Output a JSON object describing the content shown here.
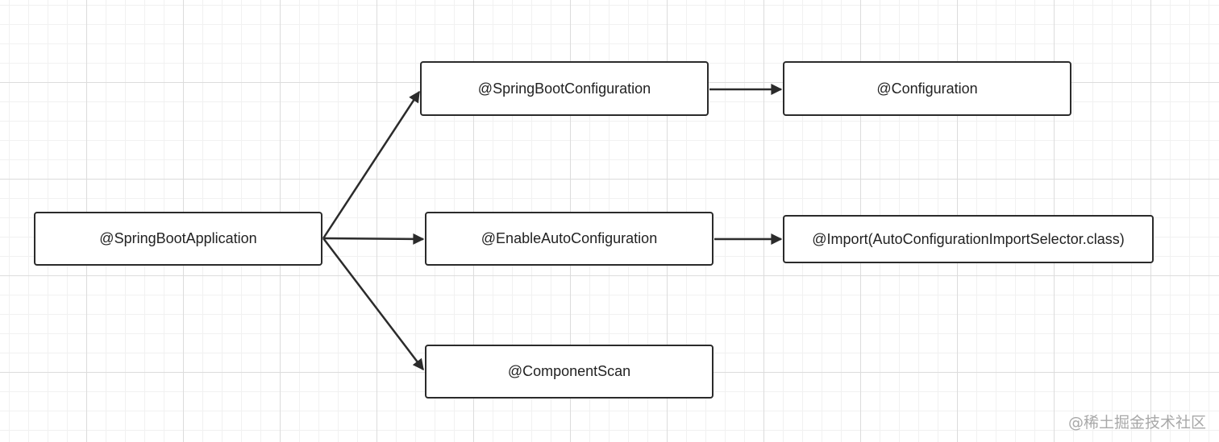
{
  "diagram": {
    "nodes": {
      "spring_boot_application": "@SpringBootApplication",
      "spring_boot_configuration": "@SpringBootConfiguration",
      "configuration": "@Configuration",
      "enable_auto_configuration": "@EnableAutoConfiguration",
      "import_selector": "@Import(AutoConfigurationImportSelector.class)",
      "component_scan": "@ComponentScan"
    },
    "edges": [
      {
        "from": "@SpringBootApplication",
        "to": "@SpringBootConfiguration"
      },
      {
        "from": "@SpringBootApplication",
        "to": "@EnableAutoConfiguration"
      },
      {
        "from": "@SpringBootApplication",
        "to": "@ComponentScan"
      },
      {
        "from": "@SpringBootConfiguration",
        "to": "@Configuration"
      },
      {
        "from": "@EnableAutoConfiguration",
        "to": "@Import(AutoConfigurationImportSelector.class)"
      }
    ]
  },
  "watermark": "@稀土掘金技术社区",
  "colors": {
    "border": "#2b2b2b",
    "arrow": "#2b2b2b",
    "text": "#222222",
    "grid_major": "#dcdcdc",
    "grid_minor": "#f1f1f1",
    "watermark": "#a8a8a8"
  }
}
